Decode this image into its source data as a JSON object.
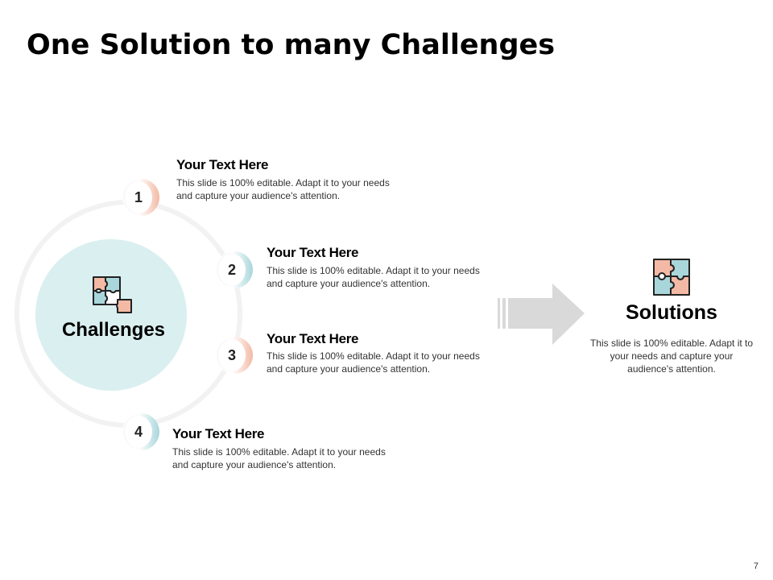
{
  "slide": {
    "title": "One Solution to many Challenges",
    "page_number": "7"
  },
  "challenges": {
    "label": "Challenges",
    "icon": "puzzle-icon",
    "items": [
      {
        "number": "1",
        "heading": "Your Text Here",
        "body": "This slide is 100% editable. Adapt it to your needs and capture your audience's attention.",
        "accent": "#f3b9a4"
      },
      {
        "number": "2",
        "heading": "Your Text Here",
        "body": "This slide is 100% editable. Adapt it to your needs and capture your audience's attention.",
        "accent": "#a9d6db"
      },
      {
        "number": "3",
        "heading": "Your Text Here",
        "body": "This slide is 100% editable. Adapt it to your needs and capture your audience's attention.",
        "accent": "#f3b9a4"
      },
      {
        "number": "4",
        "heading": "Your Text Here",
        "body": "This slide is 100% editable. Adapt it to your needs and capture your audience's attention.",
        "accent": "#a9d6db"
      }
    ]
  },
  "solutions": {
    "title": "Solutions",
    "icon": "puzzle-icon",
    "body": "This slide is 100% editable. Adapt it to your needs and capture your audience's attention."
  },
  "colors": {
    "salmon": "#f3b9a4",
    "teal": "#a9d6db",
    "core_fill": "#daeff0",
    "ring": "#f2f2f2",
    "arrow": "#d9d9d9"
  }
}
